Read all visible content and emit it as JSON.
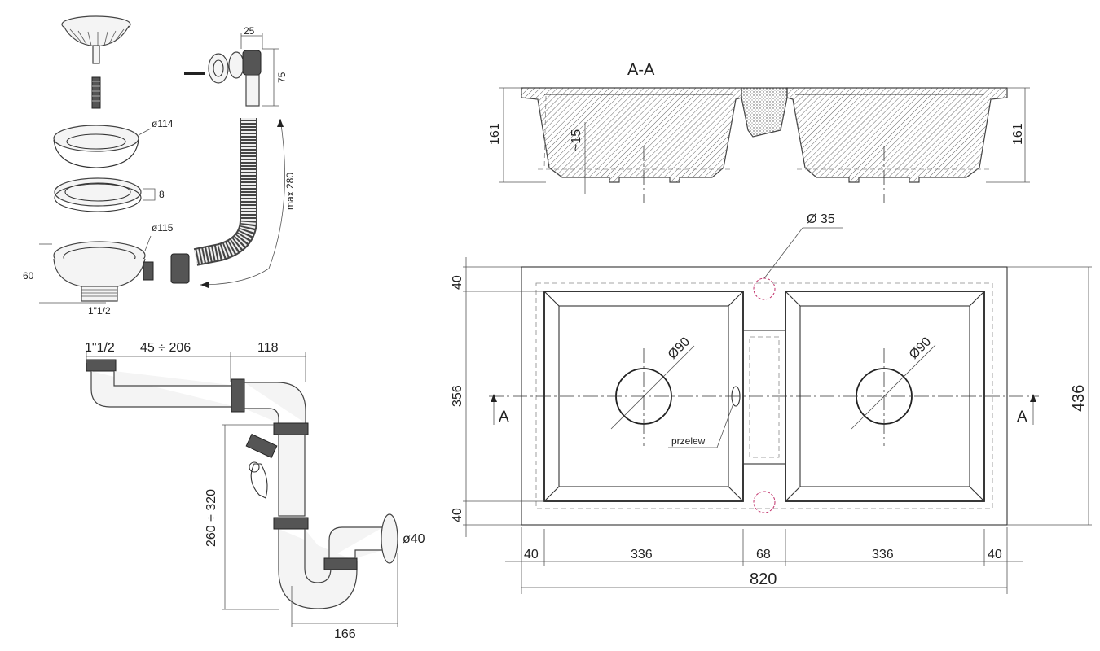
{
  "strainer": {
    "d114": "ø114",
    "h8": "8",
    "d115": "ø115",
    "h60": "60",
    "thread": "1\"1/2"
  },
  "overflow": {
    "w25": "25",
    "h75": "75",
    "hose_len": "max 280"
  },
  "siphon": {
    "thread": "1\"1/2",
    "range_x": "45 ÷ 206",
    "w118": "118",
    "range_h": "260 ÷ 320",
    "d40": "ø40",
    "w166": "166"
  },
  "section": {
    "title": "A-A",
    "h_left": "161",
    "h_right": "161",
    "approx15": "~15"
  },
  "plan": {
    "d35": "Ø 35",
    "d90_left": "Ø90",
    "d90_right": "Ø90",
    "overflow_label": "przelew",
    "cut_left": "A",
    "cut_right": "A",
    "h356": "356",
    "h436": "436",
    "m40_top": "40",
    "m40_bottom": "40",
    "w40_left": "40",
    "w336_left": "336",
    "w68": "68",
    "w336_right": "336",
    "w40_right": "40",
    "w820": "820"
  }
}
